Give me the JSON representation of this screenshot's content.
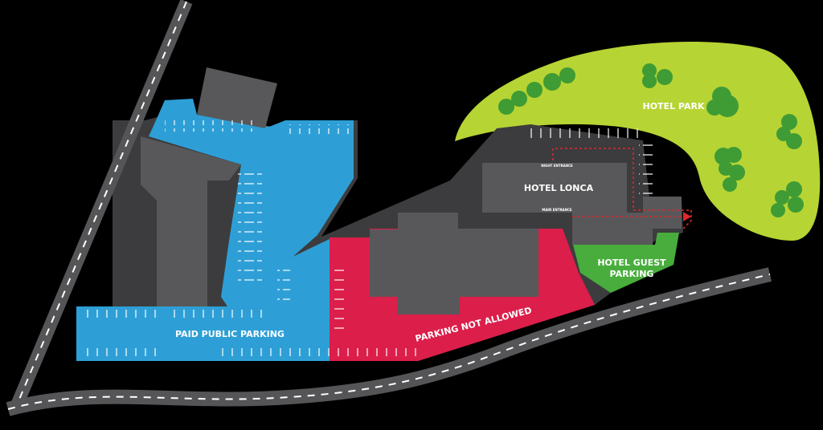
{
  "colors": {
    "background": "#000000",
    "road": "#555557",
    "lot": "#3c3c3e",
    "building": "#58585a",
    "paid_parking": "#2e9fd6",
    "no_parking": "#dc1e4a",
    "guest_parking": "#48ad3c",
    "park": "#b6d433",
    "trees": "#3f9b34",
    "route": "#e0262b"
  },
  "labels": {
    "paid_public_parking": "PAID PUBLIC PARKING",
    "parking_not_allowed": "PARKING NOT ALLOWED",
    "hotel_lonca": "HOTEL LONCA",
    "hotel_guest_parking_line1": "HOTEL GUEST",
    "hotel_guest_parking_line2": "PARKING",
    "hotel_park": "HOTEL PARK",
    "night_entrance": "NIGHT ENTRANCE",
    "main_entrance": "MAIN ENTRANCE"
  },
  "icons": [
    "tree-icon",
    "route-arrow-icon"
  ]
}
